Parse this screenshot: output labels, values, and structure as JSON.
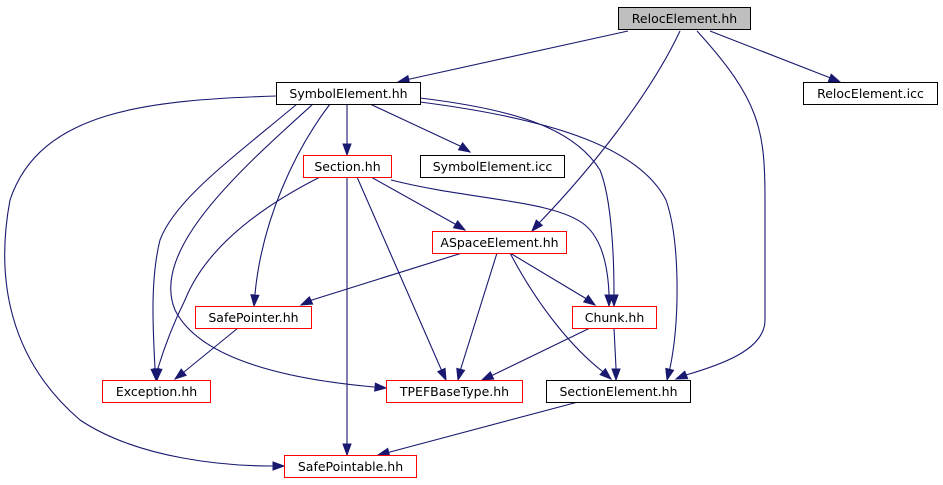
{
  "graph": {
    "nodes": [
      {
        "id": "relocelement_hh",
        "label": "RelocElement.hh",
        "border": "#000000",
        "fill": "#bfbfbf"
      },
      {
        "id": "symbolelement_hh",
        "label": "SymbolElement.hh",
        "border": "#000000",
        "fill": "#ffffff"
      },
      {
        "id": "relocelement_icc",
        "label": "RelocElement.icc",
        "border": "#000000",
        "fill": "#ffffff"
      },
      {
        "id": "section_hh",
        "label": "Section.hh",
        "border": "#ff0000",
        "fill": "#ffffff"
      },
      {
        "id": "symbolelement_icc",
        "label": "SymbolElement.icc",
        "border": "#000000",
        "fill": "#ffffff"
      },
      {
        "id": "aspaceelement_hh",
        "label": "ASpaceElement.hh",
        "border": "#ff0000",
        "fill": "#ffffff"
      },
      {
        "id": "safepointer_hh",
        "label": "SafePointer.hh",
        "border": "#ff0000",
        "fill": "#ffffff"
      },
      {
        "id": "chunk_hh",
        "label": "Chunk.hh",
        "border": "#ff0000",
        "fill": "#ffffff"
      },
      {
        "id": "exception_hh",
        "label": "Exception.hh",
        "border": "#ff0000",
        "fill": "#ffffff"
      },
      {
        "id": "tpefbasetype_hh",
        "label": "TPEFBaseType.hh",
        "border": "#ff0000",
        "fill": "#ffffff"
      },
      {
        "id": "sectionelement_hh",
        "label": "SectionElement.hh",
        "border": "#000000",
        "fill": "#ffffff"
      },
      {
        "id": "safepointable_hh",
        "label": "SafePointable.hh",
        "border": "#ff0000",
        "fill": "#ffffff"
      }
    ],
    "edges": [
      {
        "from": "relocelement_hh",
        "to": "symbolelement_hh"
      },
      {
        "from": "relocelement_hh",
        "to": "relocelement_icc"
      },
      {
        "from": "relocelement_hh",
        "to": "aspaceelement_hh"
      },
      {
        "from": "relocelement_hh",
        "to": "sectionelement_hh"
      },
      {
        "from": "symbolelement_hh",
        "to": "section_hh"
      },
      {
        "from": "symbolelement_hh",
        "to": "symbolelement_icc"
      },
      {
        "from": "symbolelement_hh",
        "to": "safepointer_hh"
      },
      {
        "from": "symbolelement_hh",
        "to": "exception_hh"
      },
      {
        "from": "symbolelement_hh",
        "to": "tpefbasetype_hh"
      },
      {
        "from": "symbolelement_hh",
        "to": "chunk_hh"
      },
      {
        "from": "symbolelement_hh",
        "to": "sectionelement_hh"
      },
      {
        "from": "symbolelement_hh",
        "to": "safepointable_hh"
      },
      {
        "from": "section_hh",
        "to": "aspaceelement_hh"
      },
      {
        "from": "section_hh",
        "to": "chunk_hh"
      },
      {
        "from": "section_hh",
        "to": "exception_hh"
      },
      {
        "from": "section_hh",
        "to": "tpefbasetype_hh"
      },
      {
        "from": "section_hh",
        "to": "safepointable_hh"
      },
      {
        "from": "aspaceelement_hh",
        "to": "safepointer_hh"
      },
      {
        "from": "aspaceelement_hh",
        "to": "chunk_hh"
      },
      {
        "from": "aspaceelement_hh",
        "to": "tpefbasetype_hh"
      },
      {
        "from": "aspaceelement_hh",
        "to": "sectionelement_hh"
      },
      {
        "from": "safepointer_hh",
        "to": "exception_hh"
      },
      {
        "from": "chunk_hh",
        "to": "tpefbasetype_hh"
      },
      {
        "from": "chunk_hh",
        "to": "sectionelement_hh"
      },
      {
        "from": "sectionelement_hh",
        "to": "safepointable_hh"
      }
    ]
  },
  "colors": {
    "edge": "#191970",
    "defined_border": "#000000",
    "undocumented_border": "#ff0000",
    "focus_fill": "#bfbfbf"
  }
}
